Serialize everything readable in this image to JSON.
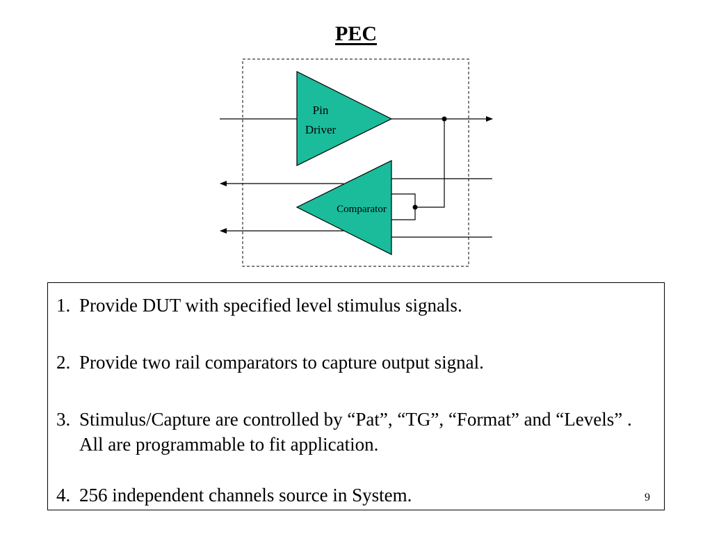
{
  "title": "PEC",
  "diagram": {
    "pin_driver_label_line1": "Pin",
    "pin_driver_label_line2": "Driver",
    "comparator_label": "Comparator",
    "driver_fill": "#1ABC9C",
    "comparator_fill": "#1ABC9C"
  },
  "items": [
    {
      "number": "1.",
      "text": "Provide DUT with specified level stimulus signals."
    },
    {
      "number": "2.",
      "text": "Provide two rail comparators to capture output signal."
    },
    {
      "number": "3.",
      "text": "Stimulus/Capture are controlled by “Pat”, “TG”, “Format” and “Levels” . All are programmable to fit application."
    },
    {
      "number": "4.",
      "text": "256  independent channels source in System."
    }
  ],
  "page_number": "9"
}
